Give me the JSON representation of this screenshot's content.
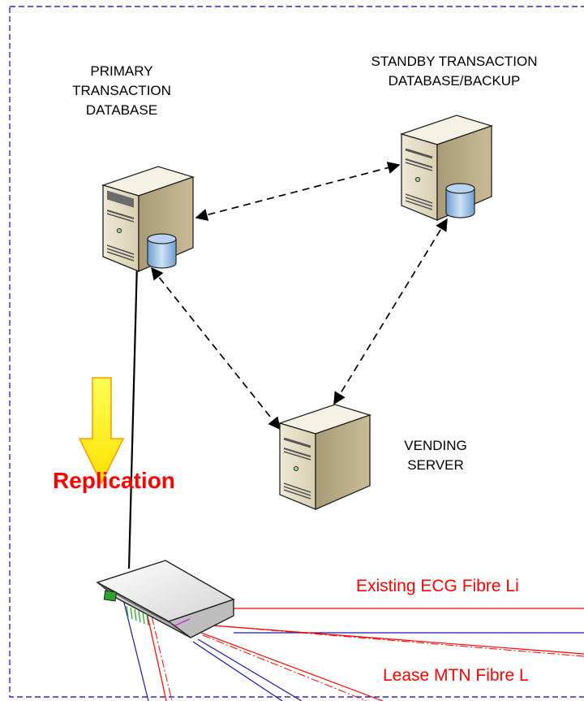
{
  "nodes": {
    "primary": {
      "line1": "PRIMARY",
      "line2": "TRANSACTION",
      "line3": "DATABASE"
    },
    "standby": {
      "line1": "STANDBY TRANSACTION",
      "line2": "DATABASE/BACKUP"
    },
    "vending": {
      "line1": "VENDING",
      "line2": "SERVER"
    }
  },
  "replication_label": "Replication",
  "links": {
    "ecg": "Existing ECG Fibre Li",
    "mtn": "Lease MTN Fibre L"
  },
  "colors": {
    "border": "#2b2bbf",
    "red_link": "#ff0000",
    "blue_link": "#1a1aa8",
    "arrow_fill": "#ffff00",
    "arrow_edge": "#ff9900",
    "replication": "#ff0000"
  },
  "icons": [
    "server-icon",
    "database-icon",
    "router-icon",
    "down-arrow-icon"
  ]
}
